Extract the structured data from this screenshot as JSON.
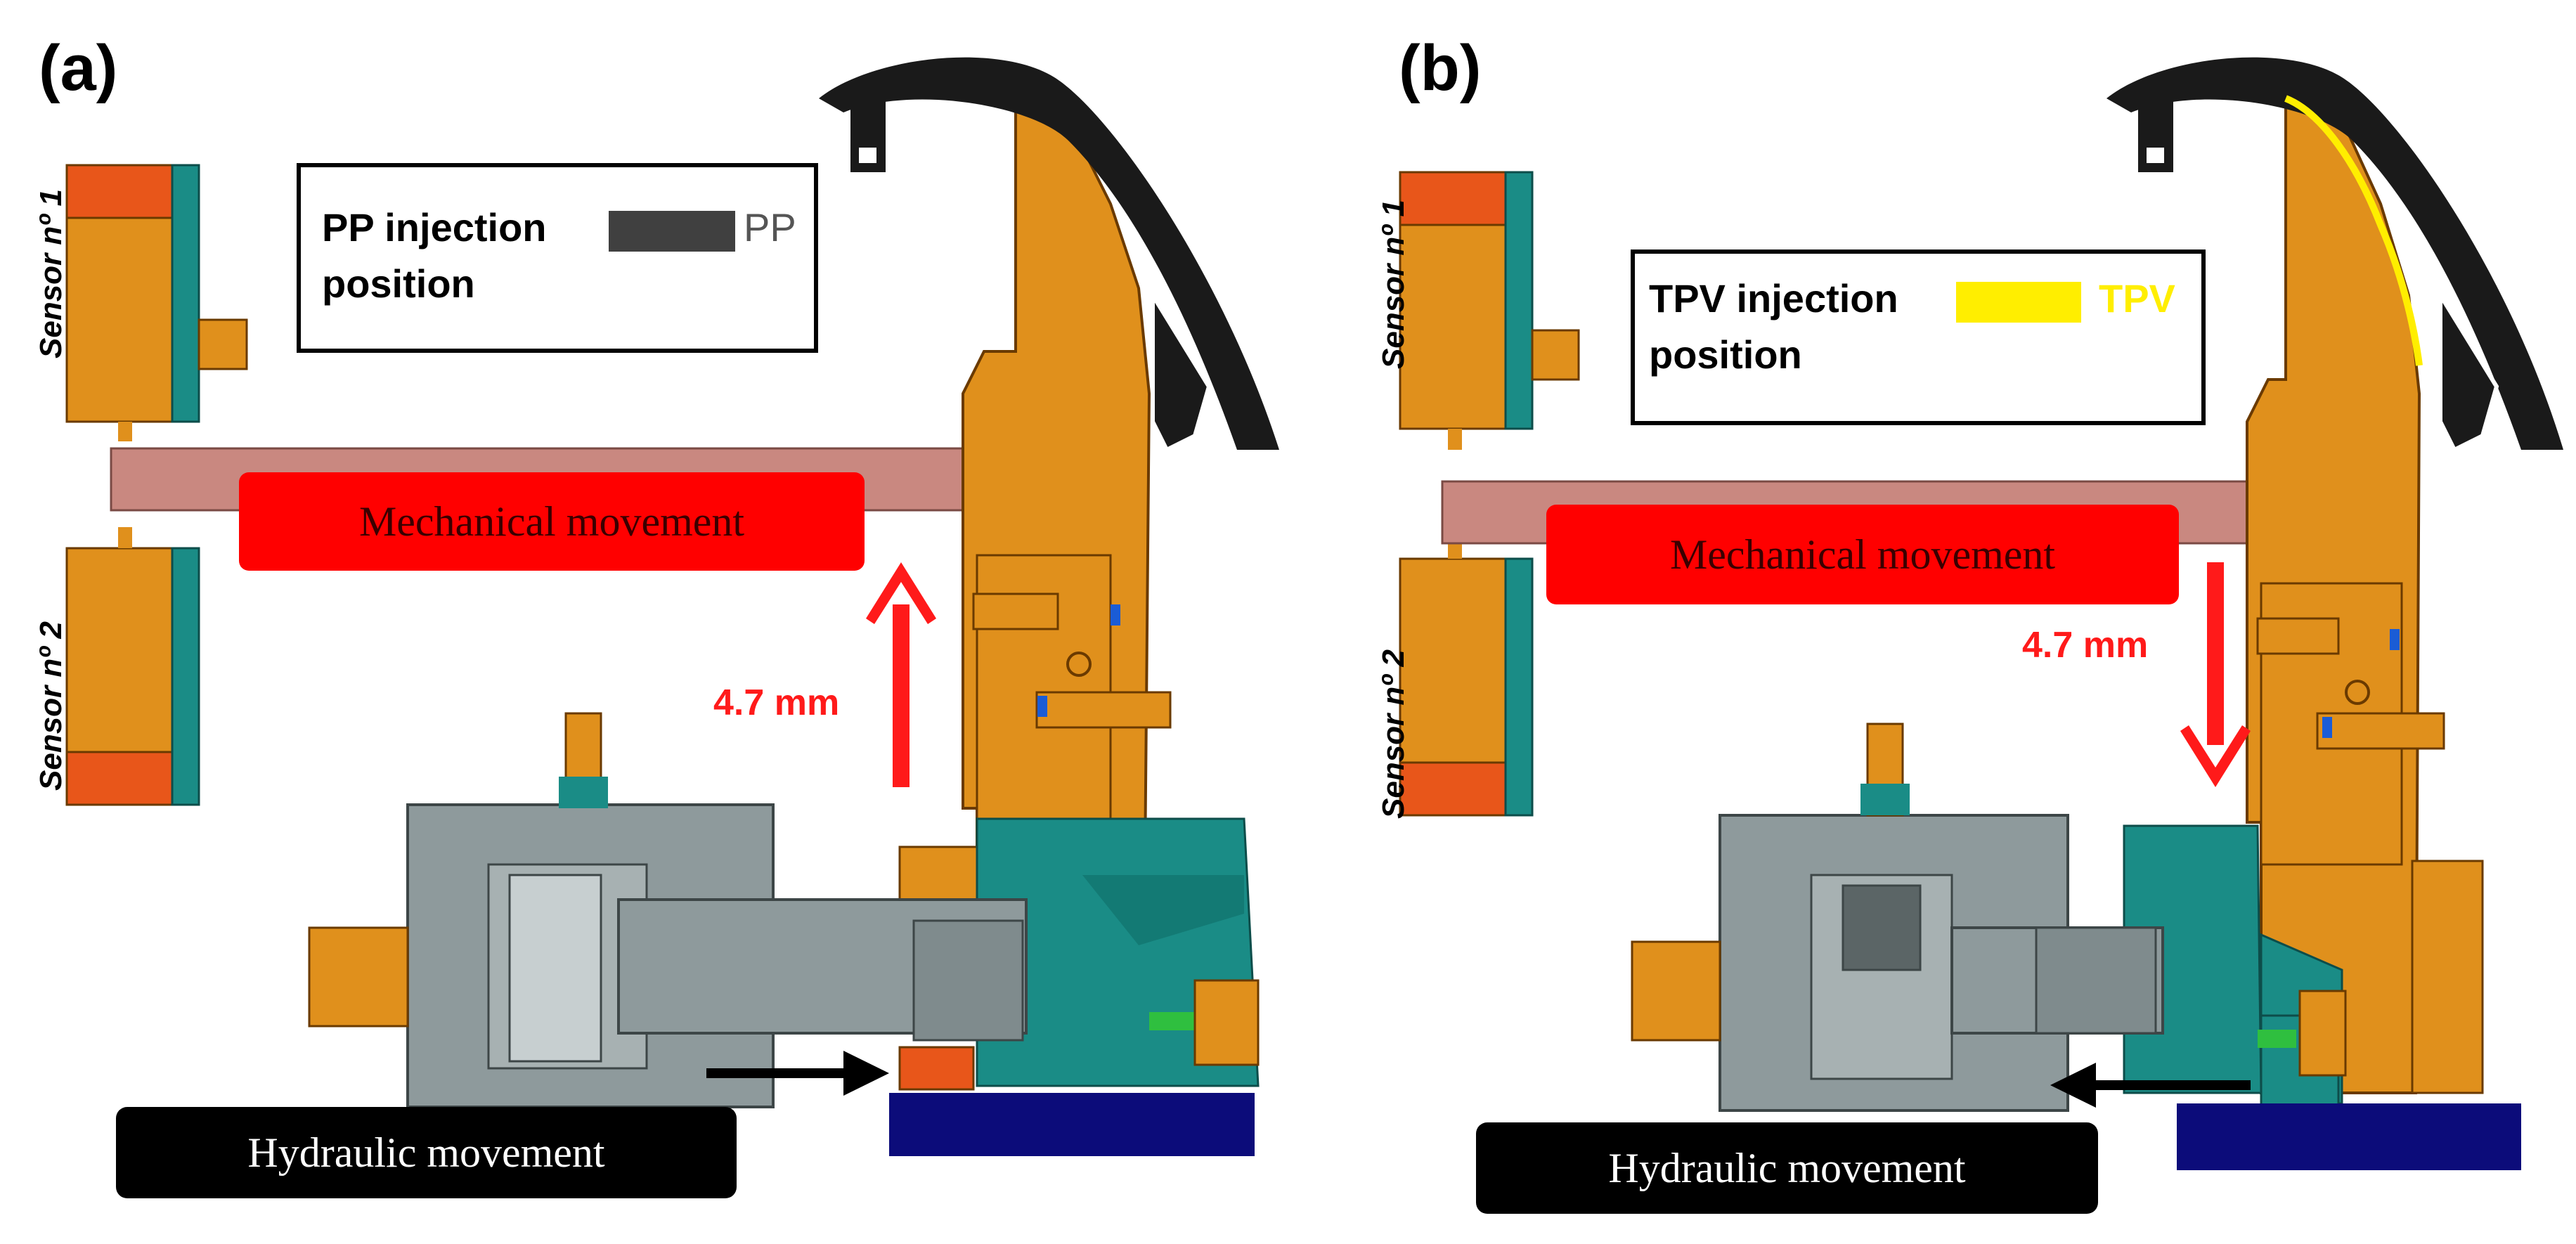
{
  "panels": [
    {
      "id": "a",
      "label": "(a)",
      "legend": {
        "line1": "PP injection",
        "line2": "position",
        "material": "PP",
        "swatch_color": "#404040",
        "material_color": "#555555"
      },
      "sensor_top": "Sensor nº 1",
      "sensor_bottom": "Sensor nº 2",
      "mechanical": "Mechanical movement",
      "hydraulic": "Hydraulic movement",
      "distance": "4.7 mm",
      "direction": "up"
    },
    {
      "id": "b",
      "label": "(b)",
      "legend": {
        "line1": "TPV injection",
        "line2": "position",
        "material": "TPV",
        "swatch_color": "#ffee00",
        "material_color": "#ffee00"
      },
      "sensor_top": "Sensor nº 1",
      "sensor_bottom": "Sensor nº 2",
      "mechanical": "Mechanical movement",
      "hydraulic": "Hydraulic movement",
      "distance": "4.7 mm",
      "direction": "down"
    }
  ],
  "colors": {
    "mold_orange": "#e0901c",
    "sensor_red": "#e8561a",
    "teal": "#1a8c86",
    "gray_cylinder": "#8e9a9c",
    "rod_pink": "#c98880",
    "base_navy": "#0c0c7a",
    "part_black": "#1a1a1a",
    "arrow_red": "#ff1a1a"
  }
}
